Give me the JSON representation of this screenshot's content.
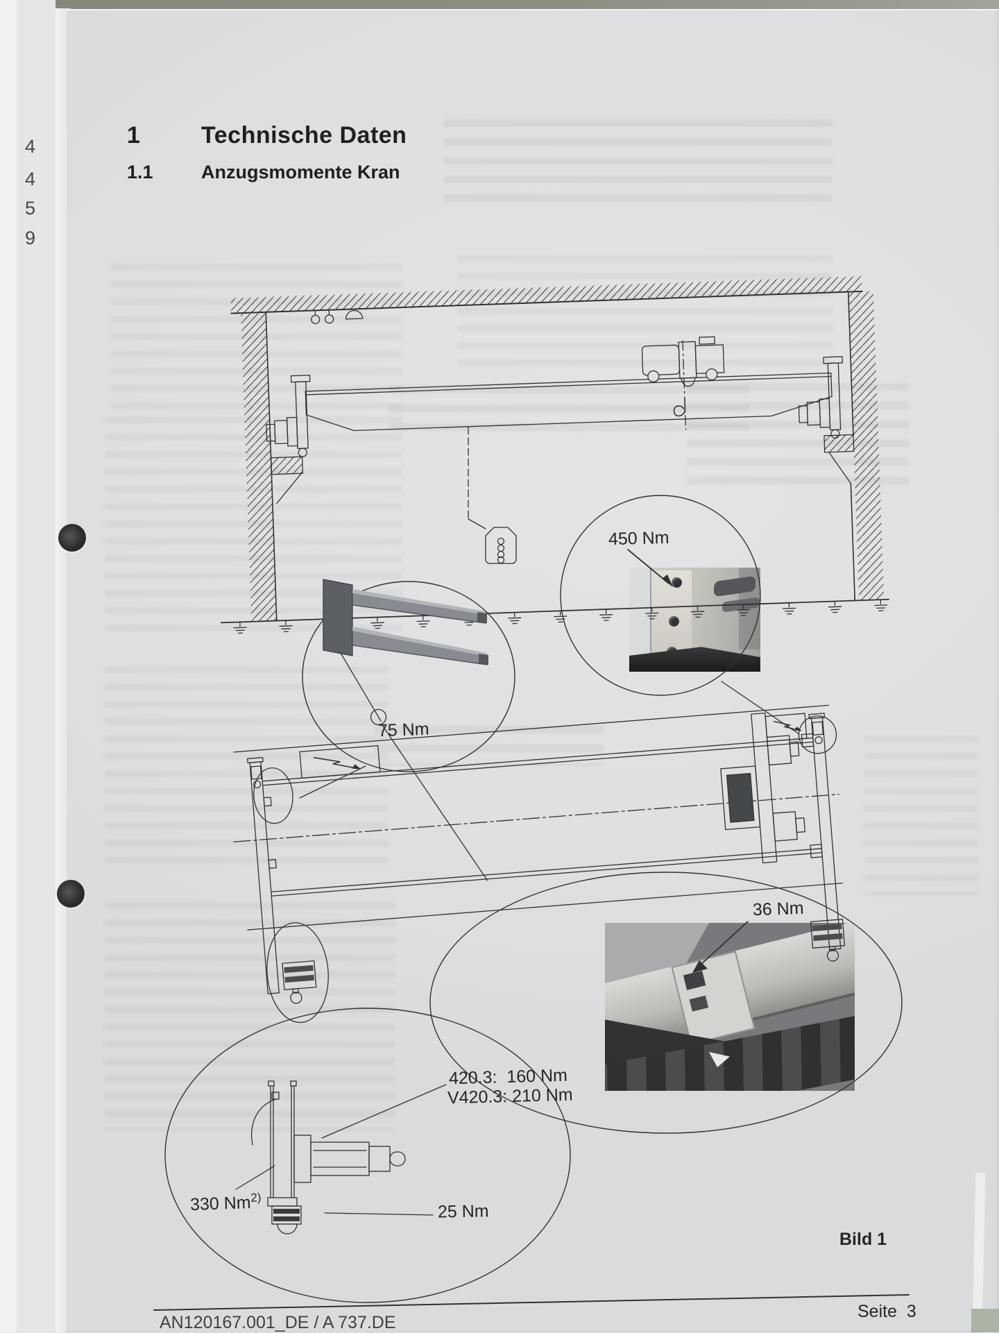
{
  "page": {
    "section_number": "1",
    "section_title": "Technische Daten",
    "subsection_number": "1.1",
    "subsection_title": "Anzugsmomente Kran",
    "margin_numbers": [
      "4",
      "4",
      "5",
      "9"
    ],
    "figure_caption": "Bild 1",
    "page_label": "Seite  3",
    "doc_number": "AN120167.001_DE / A 737.DE"
  },
  "torque_labels": {
    "runway_bracket": "450 Nm",
    "corbel_arms": "75 Nm",
    "buffer_bolt": "36 Nm",
    "gear_line1": "420.3:  160 Nm",
    "gear_line2": "V420.3: 210 Nm",
    "wheel_block": "330 Nm",
    "wheel_block_note": "2)",
    "motor_mount": "25 Nm"
  },
  "colors": {
    "page_background": "#dfe0e2",
    "desk_band": "#8b8e80",
    "drawing_line": "#2f3133",
    "heading_text": "#1e1f21"
  }
}
